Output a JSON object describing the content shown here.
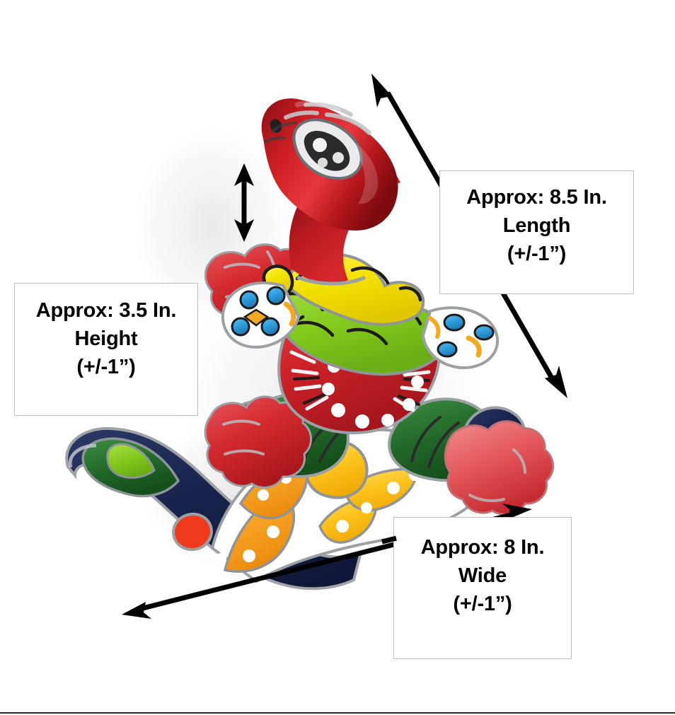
{
  "image": {
    "subject": "talavera-ceramic-gecko-wall-decor",
    "background_color": "#ffffff",
    "bottom_rule_color": "#2b2b2b"
  },
  "callouts": [
    {
      "id": "length",
      "lines": [
        "Approx: 8.5 In.",
        "Length",
        "(+/-1”)"
      ],
      "border_color": "#bfbfbf",
      "text_color": "#000000",
      "background": "#ffffff"
    },
    {
      "id": "height",
      "lines": [
        "Approx: 3.5 In.",
        "Height",
        "(+/-1”)"
      ],
      "border_color": "#bfbfbf",
      "text_color": "#000000",
      "background": "#ffffff"
    },
    {
      "id": "wide",
      "lines": [
        "Approx: 8 In.",
        "Wide",
        "(+/-1”)"
      ],
      "border_color": "#bfbfbf",
      "text_color": "#000000",
      "background": "#ffffff"
    }
  ],
  "arrows": [
    {
      "id": "length-arrow",
      "orientation": "diagonal-down-right",
      "heads": "double",
      "color": "#000000"
    },
    {
      "id": "height-arrow",
      "orientation": "vertical",
      "heads": "double",
      "color": "#000000"
    },
    {
      "id": "wide-arrow",
      "orientation": "diagonal-up-right",
      "heads": "double",
      "color": "#000000"
    }
  ],
  "palette": {
    "red_deep": "#b01218",
    "red_bright": "#d8272c",
    "red_foot": "#e0474b",
    "yellow": "#f5e400",
    "green_light": "#8dd11e",
    "green_dark": "#1f6b2b",
    "green_leaf": "#2e7d32",
    "blue_navy": "#1b2a55",
    "blue_bright": "#2e9fe0",
    "orange": "#f9a62a",
    "orange_deep": "#f07f12",
    "yellow_gold": "#ffcc1a",
    "white": "#ffffff",
    "outline": "#55595c",
    "shadow": "#e8e8e8"
  }
}
